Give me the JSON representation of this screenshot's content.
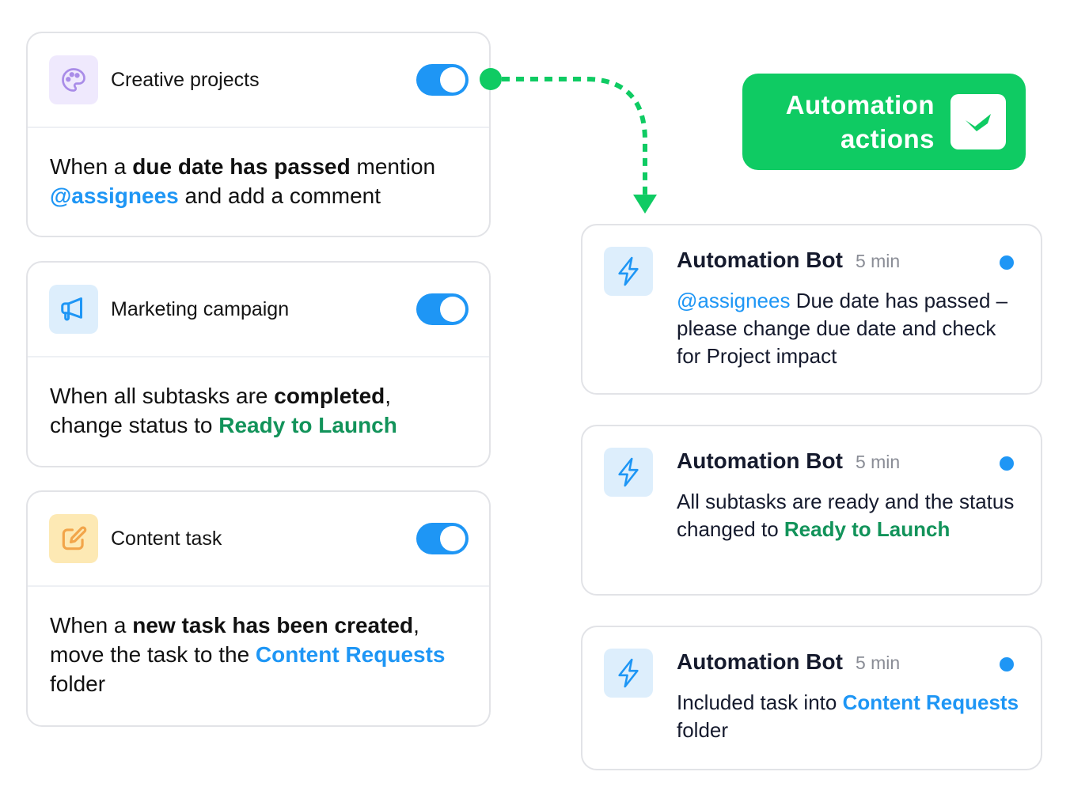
{
  "colors": {
    "accent_blue": "#1e96f5",
    "accent_green": "#0fcb63",
    "status_green_text": "#12935a",
    "card_border": "#e2e3e7",
    "palette_bg": "#efe9fd",
    "palette_stroke": "#a98ce8",
    "megaphone_bg": "#ddeefc",
    "note_bg": "#fde9b4",
    "note_stroke": "#f2a54a"
  },
  "rules": [
    {
      "title": "Creative projects",
      "icon": "palette-icon",
      "toggle_on": true,
      "body": {
        "p1": "When a ",
        "b1": "due date has passed",
        "p2": " mention ",
        "link": "@assignees",
        "p3": " and add a comment"
      }
    },
    {
      "title": "Marketing campaign",
      "icon": "megaphone-icon",
      "toggle_on": true,
      "body": {
        "p1": "When all subtasks are ",
        "b1": "completed",
        "p2": ",",
        "p3": "change status to ",
        "status": "Ready to Launch"
      }
    },
    {
      "title": "Content task",
      "icon": "edit-note-icon",
      "toggle_on": true,
      "body": {
        "p1": "When a ",
        "b1": "new task has been created",
        "p2": ",",
        "p3": "move the task to the ",
        "link": "Content Requests",
        "p4": " folder"
      }
    }
  ],
  "badge": {
    "line1": "Automation",
    "line2": "actions",
    "icon": "checkmark-icon"
  },
  "notifications": [
    {
      "sender": "Automation Bot",
      "time": "5 min",
      "icon": "lightning-icon",
      "unread": true,
      "text": {
        "mention": "@assignees",
        "rest": " Due date has passed – please change due date and check for Project impact"
      }
    },
    {
      "sender": "Automation Bot",
      "time": "5 min",
      "icon": "lightning-icon",
      "unread": true,
      "text": {
        "p1": "All subtasks are ready and the status changed to ",
        "status": "Ready to Launch"
      }
    },
    {
      "sender": "Automation Bot",
      "time": "5 min",
      "icon": "lightning-icon",
      "unread": true,
      "text": {
        "p1": "Included task into ",
        "link": "Content Requests",
        "p2": " folder"
      }
    }
  ]
}
